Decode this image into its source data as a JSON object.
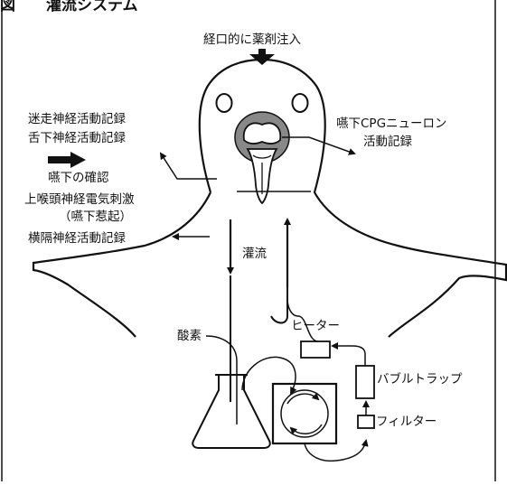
{
  "figure": {
    "title_fragment": "図　　灌流システム",
    "labels": {
      "drug_injection": "経口的に薬剤注入",
      "vagus_recording": "迷走神経活動記録",
      "hypoglossal_recording": "舌下神経活動記録",
      "swallow_confirm": "嚥下の確認",
      "cpg_recording_line1": "嚥下CPGニューロン",
      "cpg_recording_line2": "活動記録",
      "sln_stim": "上喉頭神経電気刺激",
      "swallow_induce": "（嚥下惹起）",
      "phrenic_recording": "横隔神経活動記録",
      "perfusion": "灌流",
      "oxygen": "酸素",
      "heater": "ヒーター",
      "bubble_trap": "バブルトラップ",
      "filter": "フィルター"
    }
  }
}
